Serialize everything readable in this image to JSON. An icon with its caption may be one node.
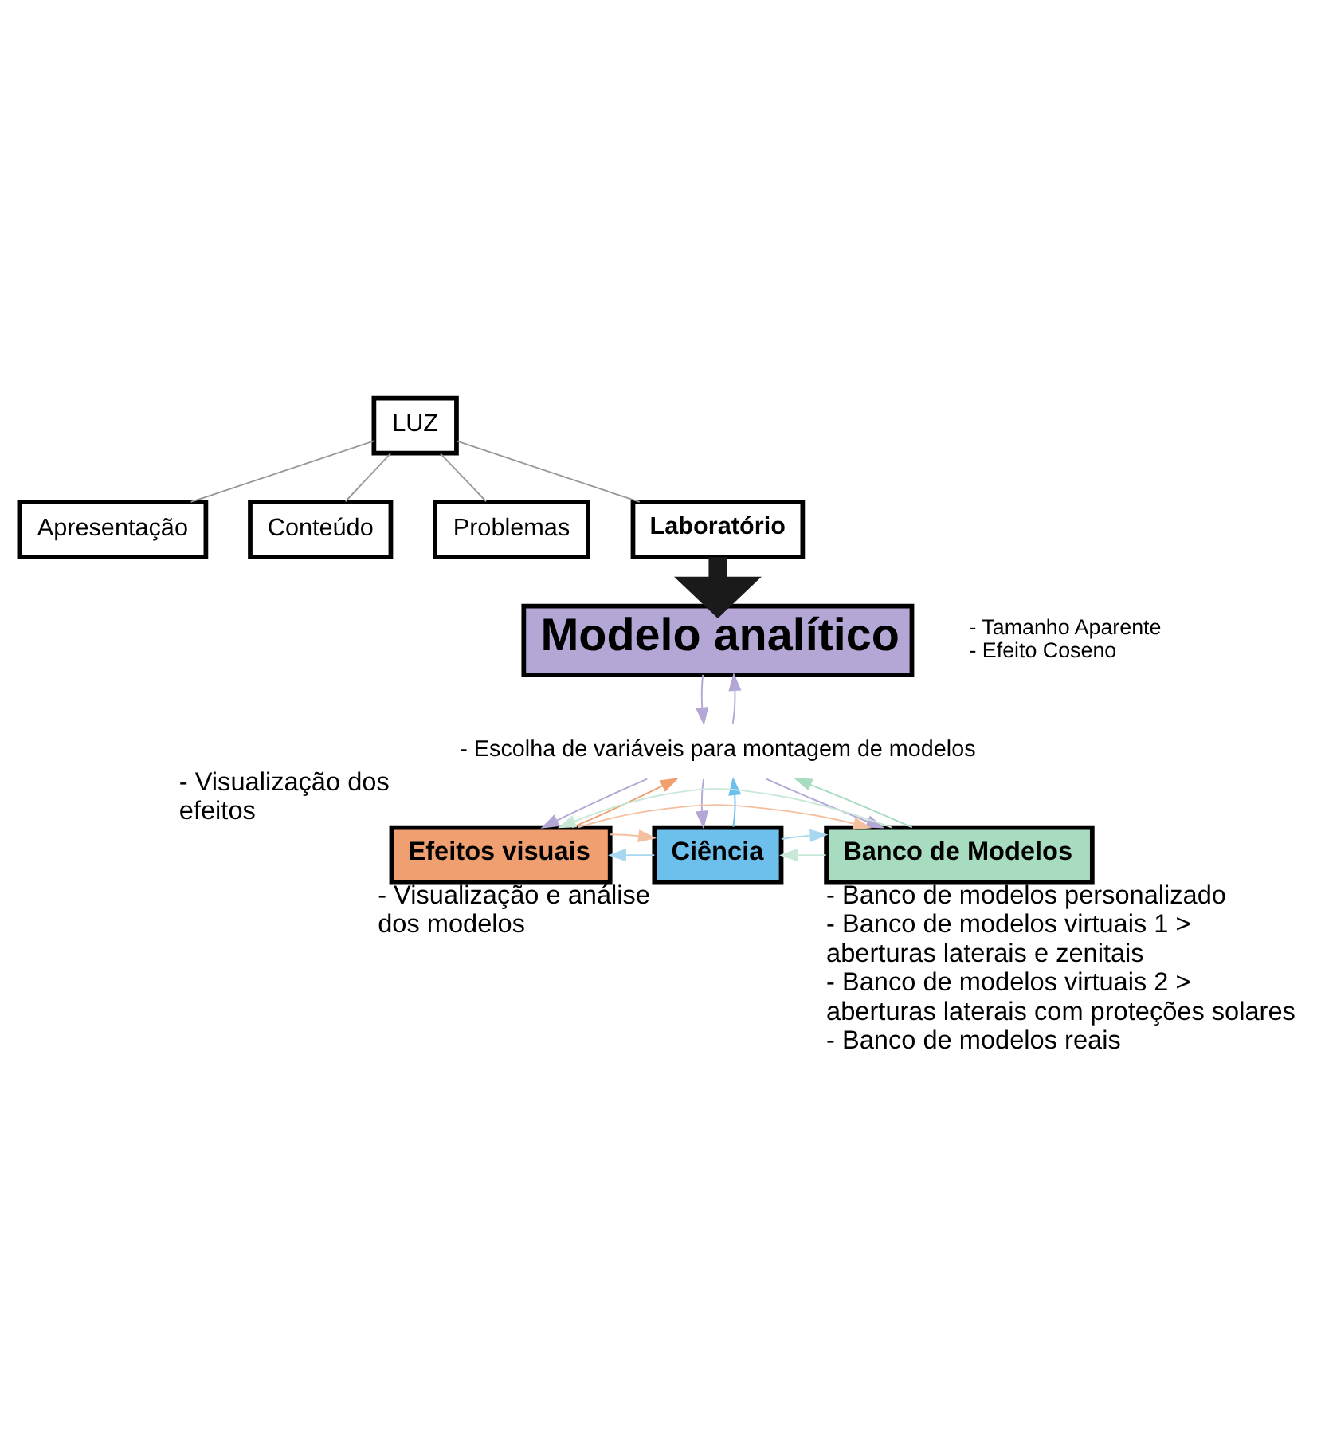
{
  "diagram": {
    "nodes": [
      {
        "text": [
          "LUZ"
        ]
      },
      {
        "text": [
          "Apresentação"
        ]
      },
      {
        "text": [
          "Conteúdo"
        ]
      },
      {
        "text": [
          "Problemas"
        ]
      },
      {
        "text": [
          "Laboratório"
        ]
      },
      {
        "text": [
          "Modelo analítico"
        ],
        "beside": [
          "- Tamanho Aparente",
          "- Efeito Coseno"
        ]
      },
      {
        "text": [
          "- Escolha de variáveis para montagem de modelos"
        ]
      },
      {
        "text": [
          "Efeitos visuais"
        ],
        "beside": [
          "- Visualização dos efeitos"
        ]
      },
      {
        "text": [
          "Ciência"
        ],
        "beside": [
          "- Visualização e análise dos modelos"
        ]
      },
      {
        "text": [
          "Banco de Modelos"
        ],
        "beside": [
          "- Banco de modelos personalizado",
          "- Banco de modelos virtuais 1 > aberturas laterais e zenitais",
          "- Banco de modelos virtuais 2 > aberturas laterais com proteções solares",
          "- Banco de modelos reais"
        ]
      }
    ],
    "edges": [
      {
        "from": 0,
        "to": 1,
        "arrow": "none"
      },
      {
        "from": 0,
        "to": 2,
        "arrow": "none"
      },
      {
        "from": 0,
        "to": 3,
        "arrow": "none"
      },
      {
        "from": 0,
        "to": 4,
        "arrow": "none"
      },
      {
        "from": 4,
        "to": 5,
        "arrow": "to",
        "style": "thick",
        "color": "#1a1a1a"
      },
      {
        "from": 5,
        "to": 6,
        "arrow": "to",
        "color": "#b4a7d6"
      },
      {
        "from": 6,
        "to": 5,
        "arrow": "to",
        "color": "#b4a7d6"
      },
      {
        "from": 6,
        "to": 7,
        "arrow": "to",
        "color": "#b4a7d6"
      },
      {
        "from": 7,
        "to": 6,
        "arrow": "to",
        "color": "#f0a070"
      },
      {
        "from": 6,
        "to": 8,
        "arrow": "to",
        "color": "#b4a7d6"
      },
      {
        "from": 8,
        "to": 6,
        "arrow": "to",
        "color": "#6ec0ec"
      },
      {
        "from": 6,
        "to": 9,
        "arrow": "to",
        "color": "#b4a7d6"
      },
      {
        "from": 9,
        "to": 6,
        "arrow": "to",
        "color": "#a8dcc0"
      },
      {
        "from": 8,
        "to": 7,
        "arrow": "to",
        "color": "#a8d8f0"
      },
      {
        "from": 7,
        "to": 8,
        "arrow": "to",
        "color": "#f5c0a0"
      },
      {
        "from": 9,
        "to": 8,
        "arrow": "to",
        "color": "#c8e8d8"
      },
      {
        "from": 8,
        "to": 9,
        "arrow": "to",
        "color": "#a8d8f0"
      },
      {
        "from": 7,
        "to": 9,
        "arrow": "to",
        "color": "#f5c0a0"
      },
      {
        "from": 9,
        "to": 7,
        "arrow": "to",
        "color": "#c8e8d8"
      }
    ]
  }
}
